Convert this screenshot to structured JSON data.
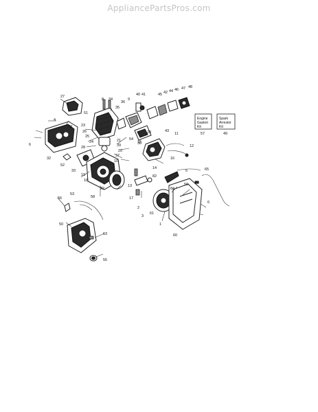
{
  "watermark": "AppliancePartsPros.com",
  "kits": [
    {
      "line1": "Engine",
      "line2": "Gasket",
      "line3": "Kit",
      "number": "57"
    },
    {
      "line1": "Spark",
      "line2": "Arrestor",
      "line3": "Kit",
      "number": "49"
    }
  ],
  "callouts": [
    "27",
    "31",
    "4",
    "6",
    "32",
    "52",
    "33",
    "23",
    "26",
    "25",
    "24",
    "28",
    "19",
    "18",
    "22",
    "58",
    "8",
    "34",
    "51",
    "35",
    "36",
    "9",
    "7",
    "21",
    "39",
    "20",
    "37",
    "54",
    "10",
    "40",
    "41",
    "45",
    "42",
    "44",
    "46",
    "47",
    "48",
    "38",
    "28",
    "43",
    "15",
    "14",
    "16",
    "11",
    "12",
    "13",
    "17",
    "2",
    "3",
    "82",
    "61",
    "84",
    "5",
    "1",
    "60",
    "6",
    "59",
    "65",
    "53",
    "56",
    "50",
    "63",
    "55"
  ]
}
